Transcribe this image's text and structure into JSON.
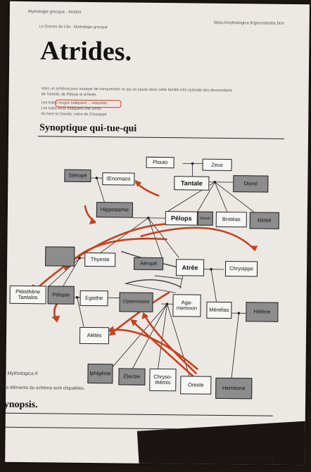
{
  "header": {
    "left": "Mythologie grecque : Atrides",
    "url": "https://mythologica.fr/grec/atrides.htm",
    "breadcrumb": "Le Grenier de Clio : Mythologie grecque"
  },
  "title": "Atrides.",
  "intro": {
    "line1": "Voici un schéma pour essayer de comprendre ce qui se passe dans cette famille très spéciale des descendants",
    "line2": "de Tantale, de Pélops et d'Atrée.",
    "line3": "Les traits rouges indiquent ... meurtres",
    "line4": "Les traits noirs indiquent une union",
    "line5": "As here to Danids: mère de Chrysippe"
  },
  "section1": "Synoptique qui-tue-qui",
  "nodes": {
    "plouto": "Plouto",
    "zeus": "Zeus",
    "sterope": "Stéropé",
    "oenomaos": "Œnomaos",
    "tantale": "Tantale",
    "dione": "Dioné",
    "hippodamie": "Hippodamie",
    "pelops": "Pélops",
    "danais": "Danaïs",
    "broteas": "Brotéas",
    "niobe": "Niobé",
    "unknown": "",
    "thyeste": "Thyeste",
    "aeropt": "Aéropé",
    "atree": "Atrée",
    "chrysippe": "Chrysippe",
    "pleisthene": "Pléisthène\nTantalos",
    "pelopie": "Pélopie",
    "egisthe": "Egisthe",
    "clytemnestre": "Clytemnestre",
    "agamemnon": "Aga-\nmemnon",
    "menelas": "Ménélas",
    "helene": "Hélène",
    "aletes": "Alétès",
    "iphigenie": "Iphigénie",
    "electre": "Électre",
    "chrysotemis": "Chryso-\nthémis",
    "oreste": "Oreste",
    "hermione": "Hermione"
  },
  "footer": {
    "brand": "Mythologica.fr",
    "note": "rtains éléments du schéma sont cliquables."
  },
  "section2": "Synopsis.",
  "timestamp": "10/02/2026 18:28",
  "colors": {
    "paper": "#ece9e4",
    "dark_node": "#8d8d8d",
    "murder_arrow": "#c8401c",
    "union_line": "#222222"
  }
}
